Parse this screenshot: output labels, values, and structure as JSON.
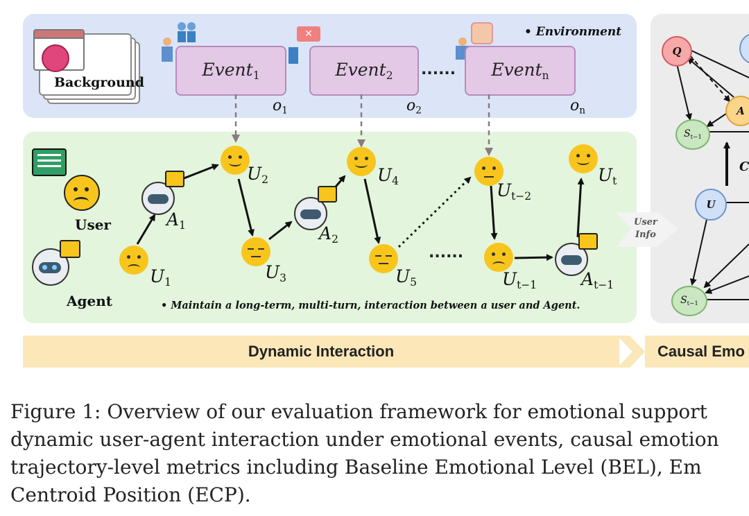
{
  "environment": {
    "label": "Environment",
    "background_label": "Background",
    "events": [
      {
        "base": "Event",
        "sub": "1",
        "obs_base": "o",
        "obs_sub": "1"
      },
      {
        "base": "Event",
        "sub": "2",
        "obs_base": "o",
        "obs_sub": "2"
      },
      {
        "base": "Event",
        "sub": "n",
        "obs_base": "o",
        "obs_sub": "n"
      }
    ],
    "ellipsis": "......"
  },
  "interaction": {
    "user_label": "User",
    "agent_label": "Agent",
    "note": "Maintain a long-term, multi-turn, interaction between a user and Agent.",
    "user_info_line1": "User",
    "user_info_line2": "Info",
    "ellipsis": "......",
    "nodes": {
      "U1": {
        "base": "U",
        "sub": "1"
      },
      "A1": {
        "base": "A",
        "sub": "1"
      },
      "U2": {
        "base": "U",
        "sub": "2"
      },
      "U3": {
        "base": "U",
        "sub": "3"
      },
      "A2": {
        "base": "A",
        "sub": "2"
      },
      "U4": {
        "base": "U",
        "sub": "4"
      },
      "U5": {
        "base": "U",
        "sub": "5"
      },
      "Ut2": {
        "base": "U",
        "sub": "t−2"
      },
      "Ut1": {
        "base": "U",
        "sub": "t−1"
      },
      "At1": {
        "base": "A",
        "sub": "t−1"
      },
      "Ut": {
        "base": "U",
        "sub": "t"
      }
    }
  },
  "causal": {
    "nodes": {
      "Q": "Q",
      "A": "A",
      "U": "U",
      "C": "C",
      "S1_base": "S",
      "S1_sub": "t−1",
      "S2_base": "S",
      "S2_sub": "t−1"
    },
    "colors": {
      "Q": "#f7a8a8",
      "A": "#fbd58a",
      "S": "#c9e7c0",
      "U": "#cfe0f7"
    }
  },
  "banners": {
    "left": "Dynamic Interaction",
    "right": "Causal Emo"
  },
  "caption": {
    "line1": "Figure 1: Overview of our evaluation framework for emotional support",
    "line2": "dynamic user-agent interaction under emotional events, causal emotion",
    "line3": "trajectory-level metrics including Baseline Emotional Level (BEL), Em",
    "line4": "Centroid Position (ECP)."
  },
  "colors": {
    "env_panel": "#dbe5f7",
    "interaction_panel": "#e3f5dc",
    "event_box": "#e3c9e6",
    "banner": "#fbe7b8",
    "emoji_yellow": "#f8c51c"
  }
}
